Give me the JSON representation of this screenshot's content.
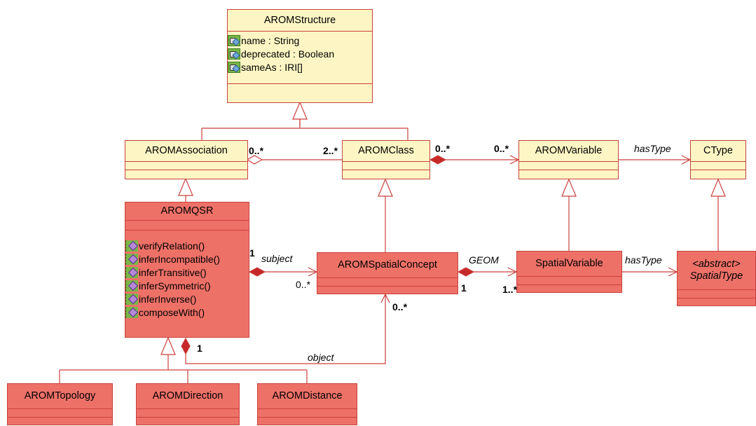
{
  "classes": {
    "arom_structure": {
      "name": "AROMStructure",
      "attributes": [
        "name : String",
        "deprecated : Boolean",
        "sameAs : IRI[]"
      ]
    },
    "arom_association": {
      "name": "AROMAssociation"
    },
    "arom_class": {
      "name": "AROMClass"
    },
    "arom_variable": {
      "name": "AROMVariable"
    },
    "ctype": {
      "name": "CType"
    },
    "arom_qsr": {
      "name": "AROMQSR",
      "operations": [
        "verifyRelation()",
        "inferIncompatible()",
        "inferTransitive()",
        "inferSymmetric()",
        "inferInverse()",
        "composeWith()"
      ]
    },
    "arom_spatial_concept": {
      "name": "AROMSpatialConcept"
    },
    "spatial_variable": {
      "name": "SpatialVariable"
    },
    "spatial_type": {
      "stereotype": "<abstract>",
      "name": "SpatialType"
    },
    "arom_topology": {
      "name": "AROMTopology"
    },
    "arom_direction": {
      "name": "AROMDirection"
    },
    "arom_distance": {
      "name": "AROMDistance"
    }
  },
  "labels": {
    "assoc_mult_left": "0..*",
    "assoc_mult_right": "2..*",
    "class_var_mult_left": "0..*",
    "class_var_mult_right": "0..*",
    "has_type_top": "hasType",
    "subject_role": "subject",
    "subject_mult_qsr": "1",
    "subject_mult_concept": "0..*",
    "geom_role": "GEOM",
    "geom_mult_concept": "1",
    "geom_mult_variable": "1..*",
    "has_type_bottom": "hasType",
    "object_role": "object",
    "object_mult_concept": "0..*",
    "object_mult_qsr": "1"
  },
  "colors": {
    "line": "#c9413c",
    "class_fill_default": "#fdf6c4",
    "class_fill_spatial": "#ee7168",
    "composition": "#c62828"
  }
}
